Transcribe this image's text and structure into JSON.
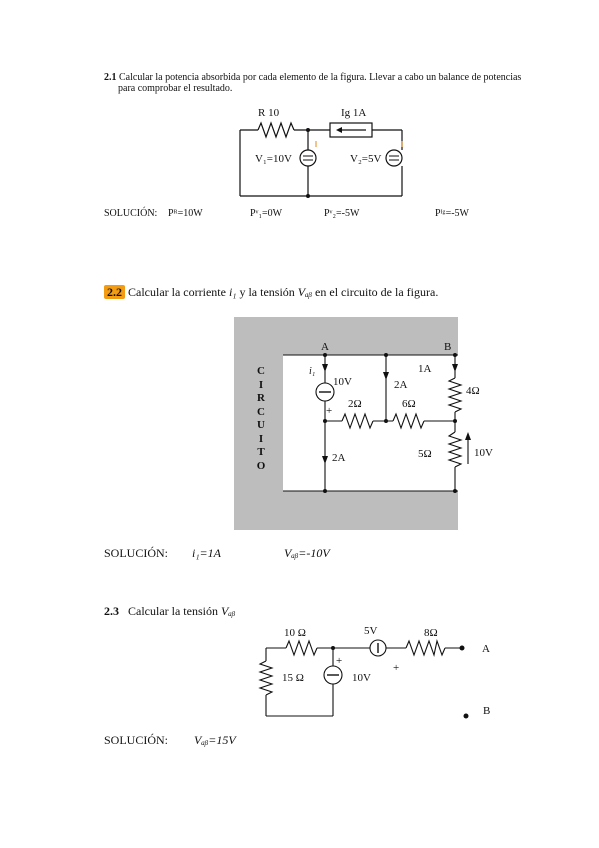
{
  "p21": {
    "num": "2.1",
    "text1": "Calcular la potencia absorbida por cada elemento de la figura. Llevar a cabo un balance de potencias",
    "text2": "para comprobar el resultado.",
    "fig": {
      "r": "R  10",
      "ig": "Ig  1A",
      "v1": "V₁=10V",
      "v2": "V₂=5V"
    },
    "sol": {
      "label": "SOLUCIÓN:",
      "pr": "Pᴿ=10W",
      "pv1": "Pᵛ₁=0W",
      "pv2": "Pᵛ₂=-5W",
      "pig": "Pᴵᵍ=-5W"
    }
  },
  "p22": {
    "num": "2.2",
    "text_a": "Calcular la corriente ",
    "i1": "i₁",
    "text_b": " y la tensión ",
    "vab": "Vₐᵦ",
    "text_c": " en el circuito de la figura.",
    "fig": {
      "a": "A",
      "b": "B",
      "i1": "i₁",
      "v10": "10V",
      "plus": "+",
      "a2top": "2A",
      "a1": "1A",
      "r4": "4Ω",
      "r2": "2Ω",
      "r6": "6Ω",
      "a2bot": "2A",
      "r5": "5Ω",
      "v10r": "10V",
      "circuito": [
        "C",
        "I",
        "R",
        "C",
        "U",
        "I",
        "T",
        "O"
      ]
    },
    "sol": {
      "label": "SOLUCIÓN:",
      "i1": "i₁=1A",
      "vab": "Vₐᵦ=-10V"
    }
  },
  "p23": {
    "num": "2.3",
    "text": "Calcular la tensión ",
    "vab": "Vₐᵦ",
    "fig": {
      "r10": "10 Ω",
      "v5": "5V",
      "r8": "8Ω",
      "a": "A",
      "r15": "15 Ω",
      "v10": "10V",
      "plus1": "+",
      "plus2": "+",
      "b": "B"
    },
    "sol": {
      "label": "SOLUCIÓN:",
      "vab": "Vₐᵦ=15V"
    }
  }
}
